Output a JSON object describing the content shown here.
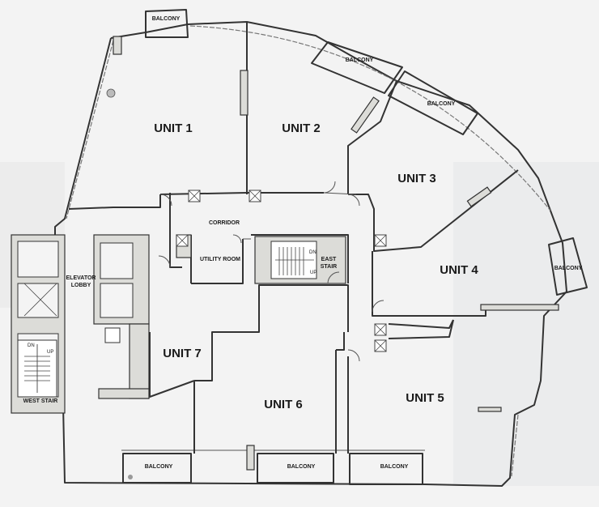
{
  "units": {
    "u1": "UNIT 1",
    "u2": "UNIT 2",
    "u3": "UNIT 3",
    "u4": "UNIT 4",
    "u5": "UNIT 5",
    "u6": "UNIT 6",
    "u7": "UNIT 7"
  },
  "rooms": {
    "corridor": "CORRIDOR",
    "utility_room": "UTILITY ROOM",
    "elevator_lobby_line1": "ELEVATOR",
    "elevator_lobby_line2": "LOBBY",
    "east_stair_line1": "EAST",
    "east_stair_line2": "STAIR",
    "west_stair": "WEST STAIR"
  },
  "balconies": {
    "b1": "BALCONY",
    "b2": "BALCONY",
    "b3": "BALCONY",
    "b4": "BALCONY",
    "b5": "BALCONY",
    "b6": "BALCONY",
    "b7": "BALCONY"
  },
  "stair_marks": {
    "west_dn": "DN",
    "west_up": "UP",
    "east_dn": "DN",
    "east_up": "UP"
  },
  "colors": {
    "background": "#f2f2f2",
    "wall": "#333333",
    "concrete": "#dcdcd8"
  }
}
